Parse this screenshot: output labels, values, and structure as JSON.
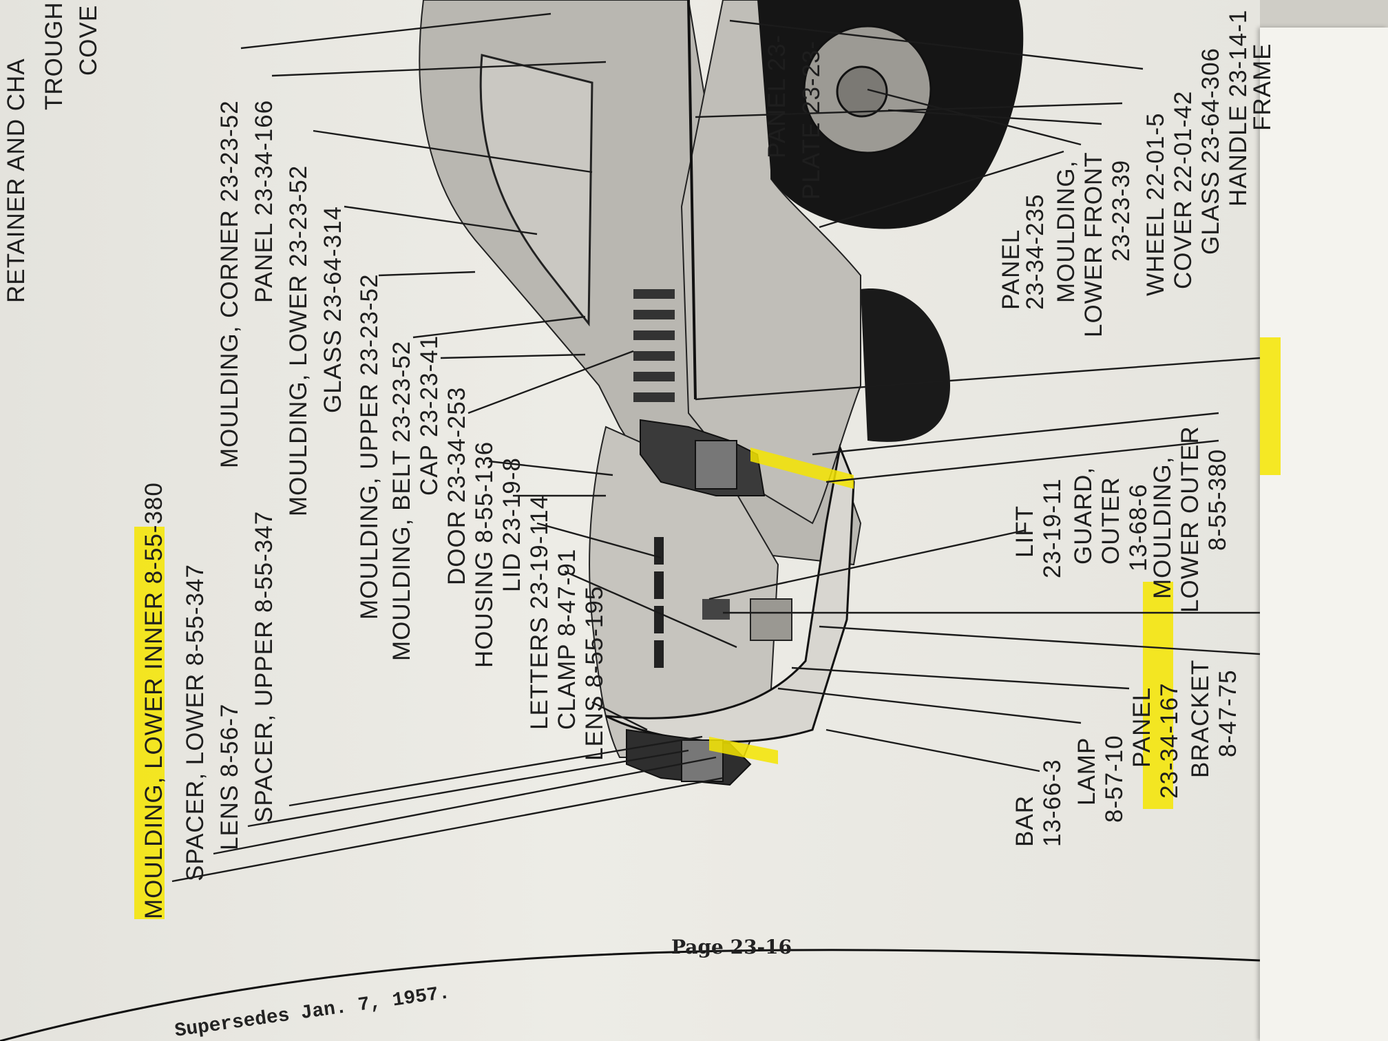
{
  "colors": {
    "paper": "#e8e7e1",
    "ink": "#1e1e1e",
    "highlight": "#f4e500"
  },
  "labels": {
    "moulding_lower_inner": "MOULDING, LOWER INNER  8-55-380",
    "spacer_lower": "SPACER, LOWER  8-55-347",
    "lens_top": "LENS  8-56-7",
    "spacer_upper": "SPACER, UPPER  8-55-347",
    "moulding_corner": "MOULDING, CORNER  23-23-52",
    "panel_23_34_166": "PANEL  23-34-166",
    "moulding_lower": "MOULDING, LOWER  23-23-52",
    "glass_23_64_314": "GLASS  23-64-314",
    "moulding_upper": "MOULDING, UPPER  23-23-52",
    "moulding_belt": "MOULDING, BELT  23-23-52",
    "cap": "CAP  23-23-41",
    "door": "DOOR  23-34-253",
    "housing": "HOUSING  8-55-136",
    "lid": "LID  23-19-8",
    "letters": "LETTERS  23-19-114",
    "clamp": "CLAMP  8-47-91",
    "lens_bottom": "LENS  8-55-195",
    "panel_top_right": "PANEL  23-",
    "plate": "PLATE  23-23-",
    "trough": "TROUGH",
    "cover_top": "COVE",
    "retainer": "RETAINER AND CHA",
    "panel_235_name": "PANEL",
    "panel_235_num": "23-34-235",
    "moulding_lf_1": "MOULDING,",
    "moulding_lf_2": "LOWER FRONT",
    "moulding_lf_3": "23-23-39",
    "wheel": "WHEEL  22-01-5",
    "cover_wheel": "COVER  22-01-42",
    "glass_306": "GLASS  23-64-306",
    "handle": "HANDLE  23-14-1",
    "frame": "FRAME",
    "lift_name": "LIFT",
    "lift_num": "23-19-11",
    "guard_1": "GUARD,",
    "guard_2": "OUTER",
    "guard_3": "13-68-6",
    "mlo_1": "MOULDING,",
    "mlo_2": "LOWER OUTER",
    "mlo_3": "8-55-380",
    "bar_name": "BAR",
    "bar_num": "13-66-3",
    "lamp_name": "LAMP",
    "lamp_num": "8-57-10",
    "panel_167_name": "PANEL",
    "panel_167_num": "23-34-167",
    "bracket_name": "BRACKET",
    "bracket_num": "8-47-75",
    "page": "Page 23-16",
    "supersedes": "Supersedes Jan. 7, 1957."
  }
}
